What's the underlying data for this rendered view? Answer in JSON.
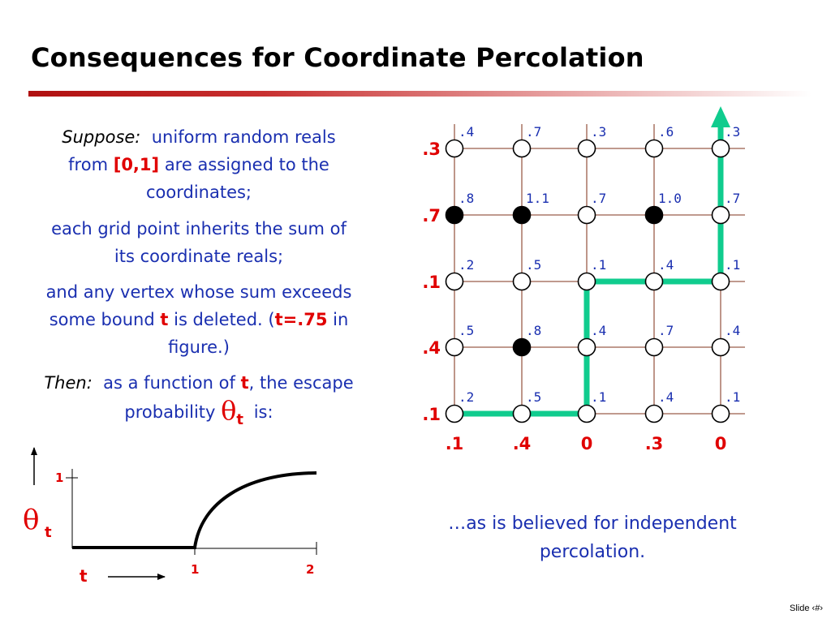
{
  "title": "Consequences for Coordinate Percolation",
  "paragraphs": {
    "p1": {
      "lead": "Suppose:",
      "text1": "uniform random reals from",
      "highlight": "[0,1]",
      "text2": "are assigned to the coordinates;"
    },
    "p2": {
      "text": "each grid point inherits the sum of its coordinate reals;"
    },
    "p3": {
      "text1": "and any vertex whose sum exceeds some bound",
      "t": "t",
      "text2": "is deleted.  (",
      "tval": "t=.75",
      "text3": "in figure.)"
    },
    "p4": {
      "lead": "Then:",
      "text1": "as a function of",
      "t": "t",
      "text2": ", the escape probability",
      "theta": "θ",
      "theta_sub": "t",
      "text3": "is:"
    }
  },
  "grid": {
    "col_values": [
      ".1",
      ".4",
      "0",
      ".3",
      "0"
    ],
    "row_values": [
      ".3",
      ".7",
      ".1",
      ".4",
      ".1"
    ],
    "node_labels": [
      [
        ".4",
        ".7",
        ".3",
        ".6",
        ".3"
      ],
      [
        ".8",
        "1.1",
        ".7",
        "1.0",
        ".7"
      ],
      [
        ".2",
        ".5",
        ".1",
        ".4",
        ".1"
      ],
      [
        ".5",
        ".8",
        ".4",
        ".7",
        ".4"
      ],
      [
        ".2",
        ".5",
        ".1",
        ".4",
        ".1"
      ]
    ],
    "deleted": [
      [
        1,
        0
      ],
      [
        1,
        1
      ],
      [
        1,
        3
      ],
      [
        3,
        1
      ]
    ],
    "path": [
      [
        4,
        0
      ],
      [
        4,
        2
      ],
      [
        2,
        2
      ],
      [
        2,
        4
      ],
      [
        0,
        4
      ]
    ],
    "threshold": 0.75,
    "colors": {
      "grid_line": "#9b5d4a",
      "path": "#10cc8e",
      "label": "#1a2fb0",
      "axis_label": "#e00000"
    }
  },
  "graph": {
    "y_label": "θ",
    "y_label_sub": "t",
    "y_tick": "1",
    "x_label": "t",
    "x_ticks": [
      "1",
      "2"
    ]
  },
  "note": "…as is believed for independent percolation.",
  "slide_label": "Slide ‹#›"
}
